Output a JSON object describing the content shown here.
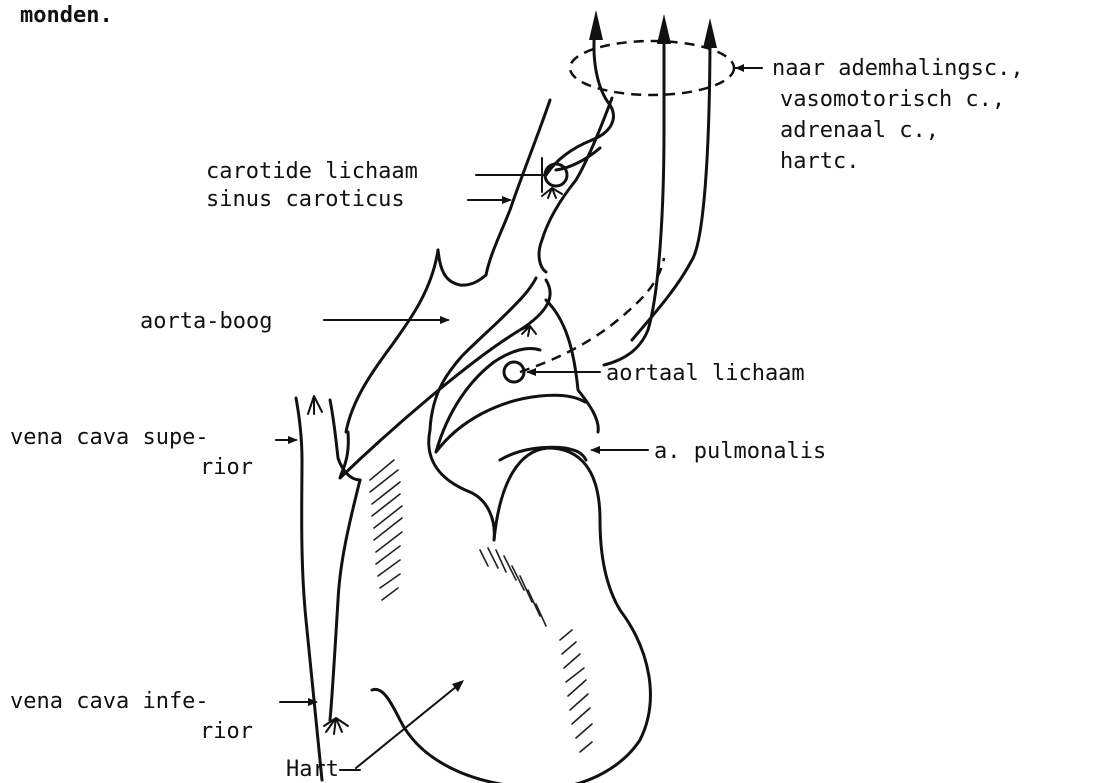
{
  "top_text": "monden.",
  "labels": {
    "naar_line1": "naar ademhalingsc.,",
    "naar_line2": "vasomotorisch c.,",
    "naar_line3": "adrenaal c.,",
    "naar_line4": "hartc.",
    "carotide_lichaam": "carotide lichaam",
    "sinus_caroticus": "sinus caroticus",
    "aorta_boog": "aorta-boog",
    "aortaal_lichaam": "aortaal lichaam",
    "vena_cava_superior_1": "vena cava supe-",
    "vena_cava_superior_2": "rior",
    "a_pulmonalis": "a. pulmonalis",
    "vena_cava_inferior_1": "vena cava infe-",
    "vena_cava_inferior_2": "rior",
    "hart": "Hart"
  },
  "colors": {
    "ink": "#111111",
    "paper": "#ffffff"
  }
}
